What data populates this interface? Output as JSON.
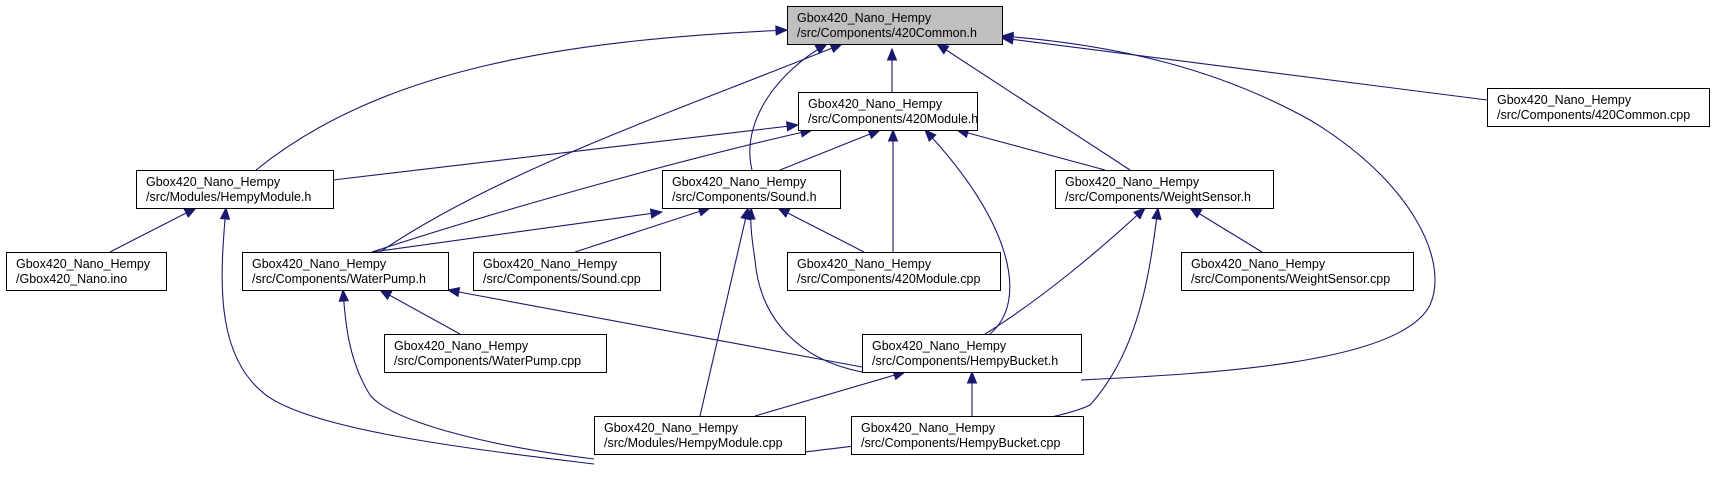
{
  "colors": {
    "edge": "#191970",
    "root_fill": "#bfbfbf",
    "node_fill": "#ffffff",
    "border": "#000000"
  },
  "nodes": [
    {
      "id": "common_h",
      "line1": "Gbox420_Nano_Hempy",
      "line2": "/src/Components/420Common.h",
      "root": true
    },
    {
      "id": "module_h",
      "line1": "Gbox420_Nano_Hempy",
      "line2": "/src/Components/420Module.h"
    },
    {
      "id": "common_cpp",
      "line1": "Gbox420_Nano_Hempy",
      "line2": "/src/Components/420Common.cpp"
    },
    {
      "id": "hempymodule_h",
      "line1": "Gbox420_Nano_Hempy",
      "line2": "/src/Modules/HempyModule.h"
    },
    {
      "id": "sound_h",
      "line1": "Gbox420_Nano_Hempy",
      "line2": "/src/Components/Sound.h"
    },
    {
      "id": "weightsensor_h",
      "line1": "Gbox420_Nano_Hempy",
      "line2": "/src/Components/WeightSensor.h"
    },
    {
      "id": "nano_ino",
      "line1": "Gbox420_Nano_Hempy",
      "line2": "/Gbox420_Nano.ino"
    },
    {
      "id": "waterpump_h",
      "line1": "Gbox420_Nano_Hempy",
      "line2": "/src/Components/WaterPump.h"
    },
    {
      "id": "sound_cpp",
      "line1": "Gbox420_Nano_Hempy",
      "line2": "/src/Components/Sound.cpp"
    },
    {
      "id": "module_cpp",
      "line1": "Gbox420_Nano_Hempy",
      "line2": "/src/Components/420Module.cpp"
    },
    {
      "id": "weightsensor_cpp",
      "line1": "Gbox420_Nano_Hempy",
      "line2": "/src/Components/WeightSensor.cpp"
    },
    {
      "id": "waterpump_cpp",
      "line1": "Gbox420_Nano_Hempy",
      "line2": "/src/Components/WaterPump.cpp"
    },
    {
      "id": "hempybucket_h",
      "line1": "Gbox420_Nano_Hempy",
      "line2": "/src/Components/HempyBucket.h"
    },
    {
      "id": "hempymodule_cpp",
      "line1": "Gbox420_Nano_Hempy",
      "line2": "/src/Modules/HempyModule.cpp"
    },
    {
      "id": "hempybucket_cpp",
      "line1": "Gbox420_Nano_Hempy",
      "line2": "/src/Components/HempyBucket.cpp"
    }
  ],
  "edges": [
    {
      "from": "module_h",
      "to": "common_h"
    },
    {
      "from": "common_cpp",
      "to": "common_h"
    },
    {
      "from": "hempymodule_h",
      "to": "common_h"
    },
    {
      "from": "sound_h",
      "to": "common_h"
    },
    {
      "from": "weightsensor_h",
      "to": "common_h"
    },
    {
      "from": "waterpump_h",
      "to": "common_h"
    },
    {
      "from": "hempybucket_h",
      "to": "common_h"
    },
    {
      "from": "hempymodule_h",
      "to": "module_h"
    },
    {
      "from": "sound_h",
      "to": "module_h"
    },
    {
      "from": "waterpump_h",
      "to": "module_h"
    },
    {
      "from": "module_cpp",
      "to": "module_h"
    },
    {
      "from": "weightsensor_h",
      "to": "module_h"
    },
    {
      "from": "hempybucket_h",
      "to": "module_h"
    },
    {
      "from": "nano_ino",
      "to": "hempymodule_h"
    },
    {
      "from": "hempymodule_cpp",
      "to": "hempymodule_h"
    },
    {
      "from": "waterpump_h",
      "to": "sound_h"
    },
    {
      "from": "sound_cpp",
      "to": "sound_h"
    },
    {
      "from": "module_cpp",
      "to": "sound_h"
    },
    {
      "from": "hempymodule_cpp",
      "to": "sound_h"
    },
    {
      "from": "hempybucket_h",
      "to": "sound_h"
    },
    {
      "from": "weightsensor_cpp",
      "to": "weightsensor_h"
    },
    {
      "from": "hempybucket_h",
      "to": "weightsensor_h"
    },
    {
      "from": "hempymodule_cpp",
      "to": "weightsensor_h"
    },
    {
      "from": "waterpump_cpp",
      "to": "waterpump_h"
    },
    {
      "from": "hempybucket_h",
      "to": "waterpump_h"
    },
    {
      "from": "hempymodule_cpp",
      "to": "waterpump_h"
    },
    {
      "from": "hempymodule_cpp",
      "to": "hempybucket_h"
    },
    {
      "from": "hempybucket_cpp",
      "to": "hempybucket_h"
    }
  ]
}
